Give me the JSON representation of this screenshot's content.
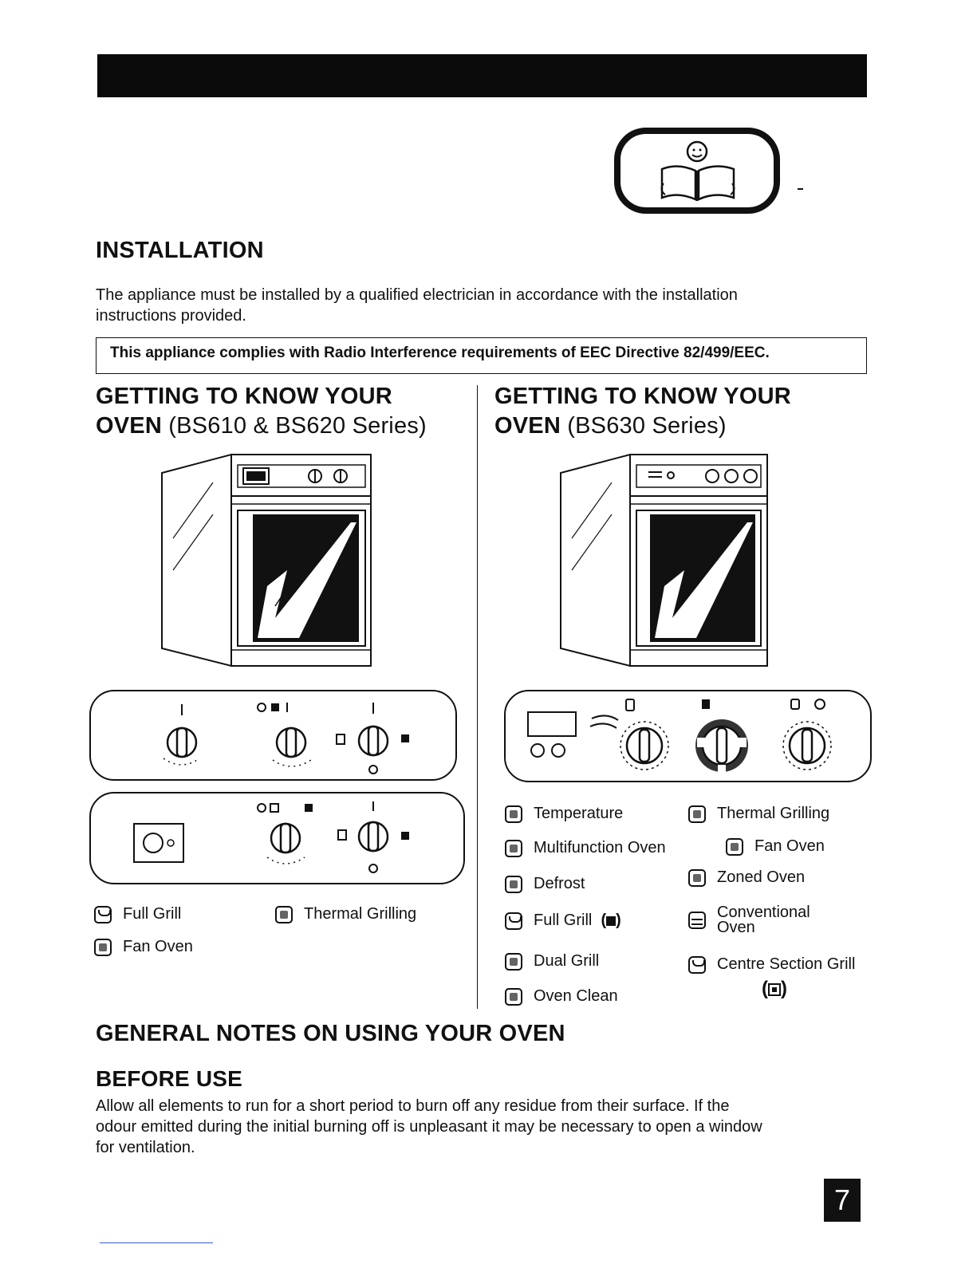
{
  "installation": {
    "heading": "INSTALLATION",
    "body_line1": "The appliance must be installed by a qualified electrician in accordance with the installation",
    "body_line2": "instructions provided.",
    "notice": "This appliance complies with Radio Interference requirements of EEC Directive 82/499/EEC."
  },
  "left_section": {
    "heading_line1": "GETTING TO KNOW YOUR",
    "heading_line2_bold": "OVEN",
    "heading_line2_rest": "(BS610 & BS620 Series)",
    "legend": [
      {
        "icon": "full-grill-icon",
        "label": "Full Grill"
      },
      {
        "icon": "thermal-grilling-icon",
        "label": "Thermal Grilling"
      },
      {
        "icon": "fan-oven-icon",
        "label": "Fan Oven"
      }
    ]
  },
  "right_section": {
    "heading_line1": "GETTING TO KNOW YOUR",
    "heading_line2_bold": "OVEN",
    "heading_line2_rest": "(BS630 Series)",
    "legend": {
      "temperature": "Temperature",
      "thermal_grilling": "Thermal Grilling",
      "multifunction_oven": "Multifunction Oven",
      "fan_oven": "Fan Oven",
      "defrost": "Defrost",
      "zoned_oven": "Zoned Oven",
      "full_grill": "Full Grill",
      "full_grill_open": "(",
      "full_grill_close": ")",
      "conventional_line1": "Conventional",
      "conventional_line2": "Oven",
      "dual_grill": "Dual Grill",
      "centre_section_grill": "Centre Section Grill",
      "centre_open": "(",
      "centre_close": ")",
      "oven_clean": "Oven Clean"
    }
  },
  "general_notes": {
    "heading": "GENERAL NOTES ON USING YOUR OVEN",
    "subheading": "BEFORE USE",
    "body_line1": "Allow all elements to run for a short period to burn off any residue from their surface. If the",
    "body_line2": "odour emitted during the initial burning off is unpleasant it may be necessary to open a window",
    "body_line3": "for ventilation."
  },
  "page_number": "7"
}
